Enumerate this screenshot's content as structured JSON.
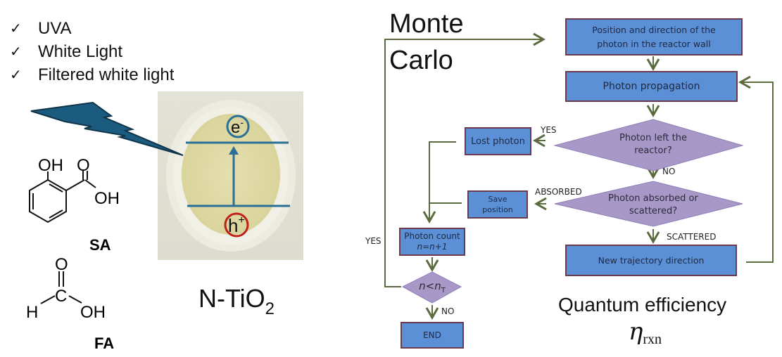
{
  "light_sources": {
    "items": [
      {
        "icon": "checkmark-icon",
        "label": "UVA"
      },
      {
        "icon": "checkmark-icon",
        "label": "White Light"
      },
      {
        "icon": "checkmark-icon",
        "label": "Filtered white light"
      }
    ]
  },
  "molecules": {
    "sa": {
      "label": "SA",
      "atoms": {
        "oh1": "OH",
        "o": "O",
        "oh2": "OH"
      }
    },
    "fa": {
      "label": "FA",
      "atoms": {
        "o": "O",
        "c": "C",
        "h": "H",
        "oh": "OH"
      }
    }
  },
  "photo": {
    "electron_label": "e",
    "electron_sup": "-",
    "hole_label": "h",
    "hole_sup": "+",
    "caption_main": "N-TiO",
    "caption_sub": "2"
  },
  "monte_carlo": {
    "title_line1": "Monte",
    "title_line2": "Carlo"
  },
  "flowchart": {
    "start": {
      "line1": "Position and direction of the",
      "line2": "photon in the reactor wall"
    },
    "propagation": "Photon propagation",
    "left_reactor": {
      "line1": "Photon left the",
      "line2": "reactor?"
    },
    "lost_photon": "Lost photon",
    "absorbed_or_scattered": {
      "line1": "Photon absorbed or",
      "line2": "scattered?"
    },
    "save_position": {
      "line1": "Save",
      "line2": "position"
    },
    "new_trajectory": "New trajectory direction",
    "photon_count": {
      "line1": "Photon count",
      "line2": "n=n+1"
    },
    "condition": "n<n",
    "condition_sub": "T",
    "end": "END",
    "edge_labels": {
      "yes_left": "YES",
      "no_down": "NO",
      "absorbed": "ABSORBED",
      "scattered": "SCATTERED",
      "yes_loop": "YES",
      "no_end": "NO"
    }
  },
  "result": {
    "title": "Quantum efficiency",
    "symbol": "η",
    "symbol_sub": "rxn"
  },
  "colors": {
    "box_fill": "#5b8fd6",
    "box_border": "#6a3a4e",
    "diamond_fill": "#a898c8",
    "arrow": "#5a6b3e",
    "bolt": "#1b5b80",
    "electron_ring": "#2a6f95",
    "hole_ring": "#c0201a"
  }
}
